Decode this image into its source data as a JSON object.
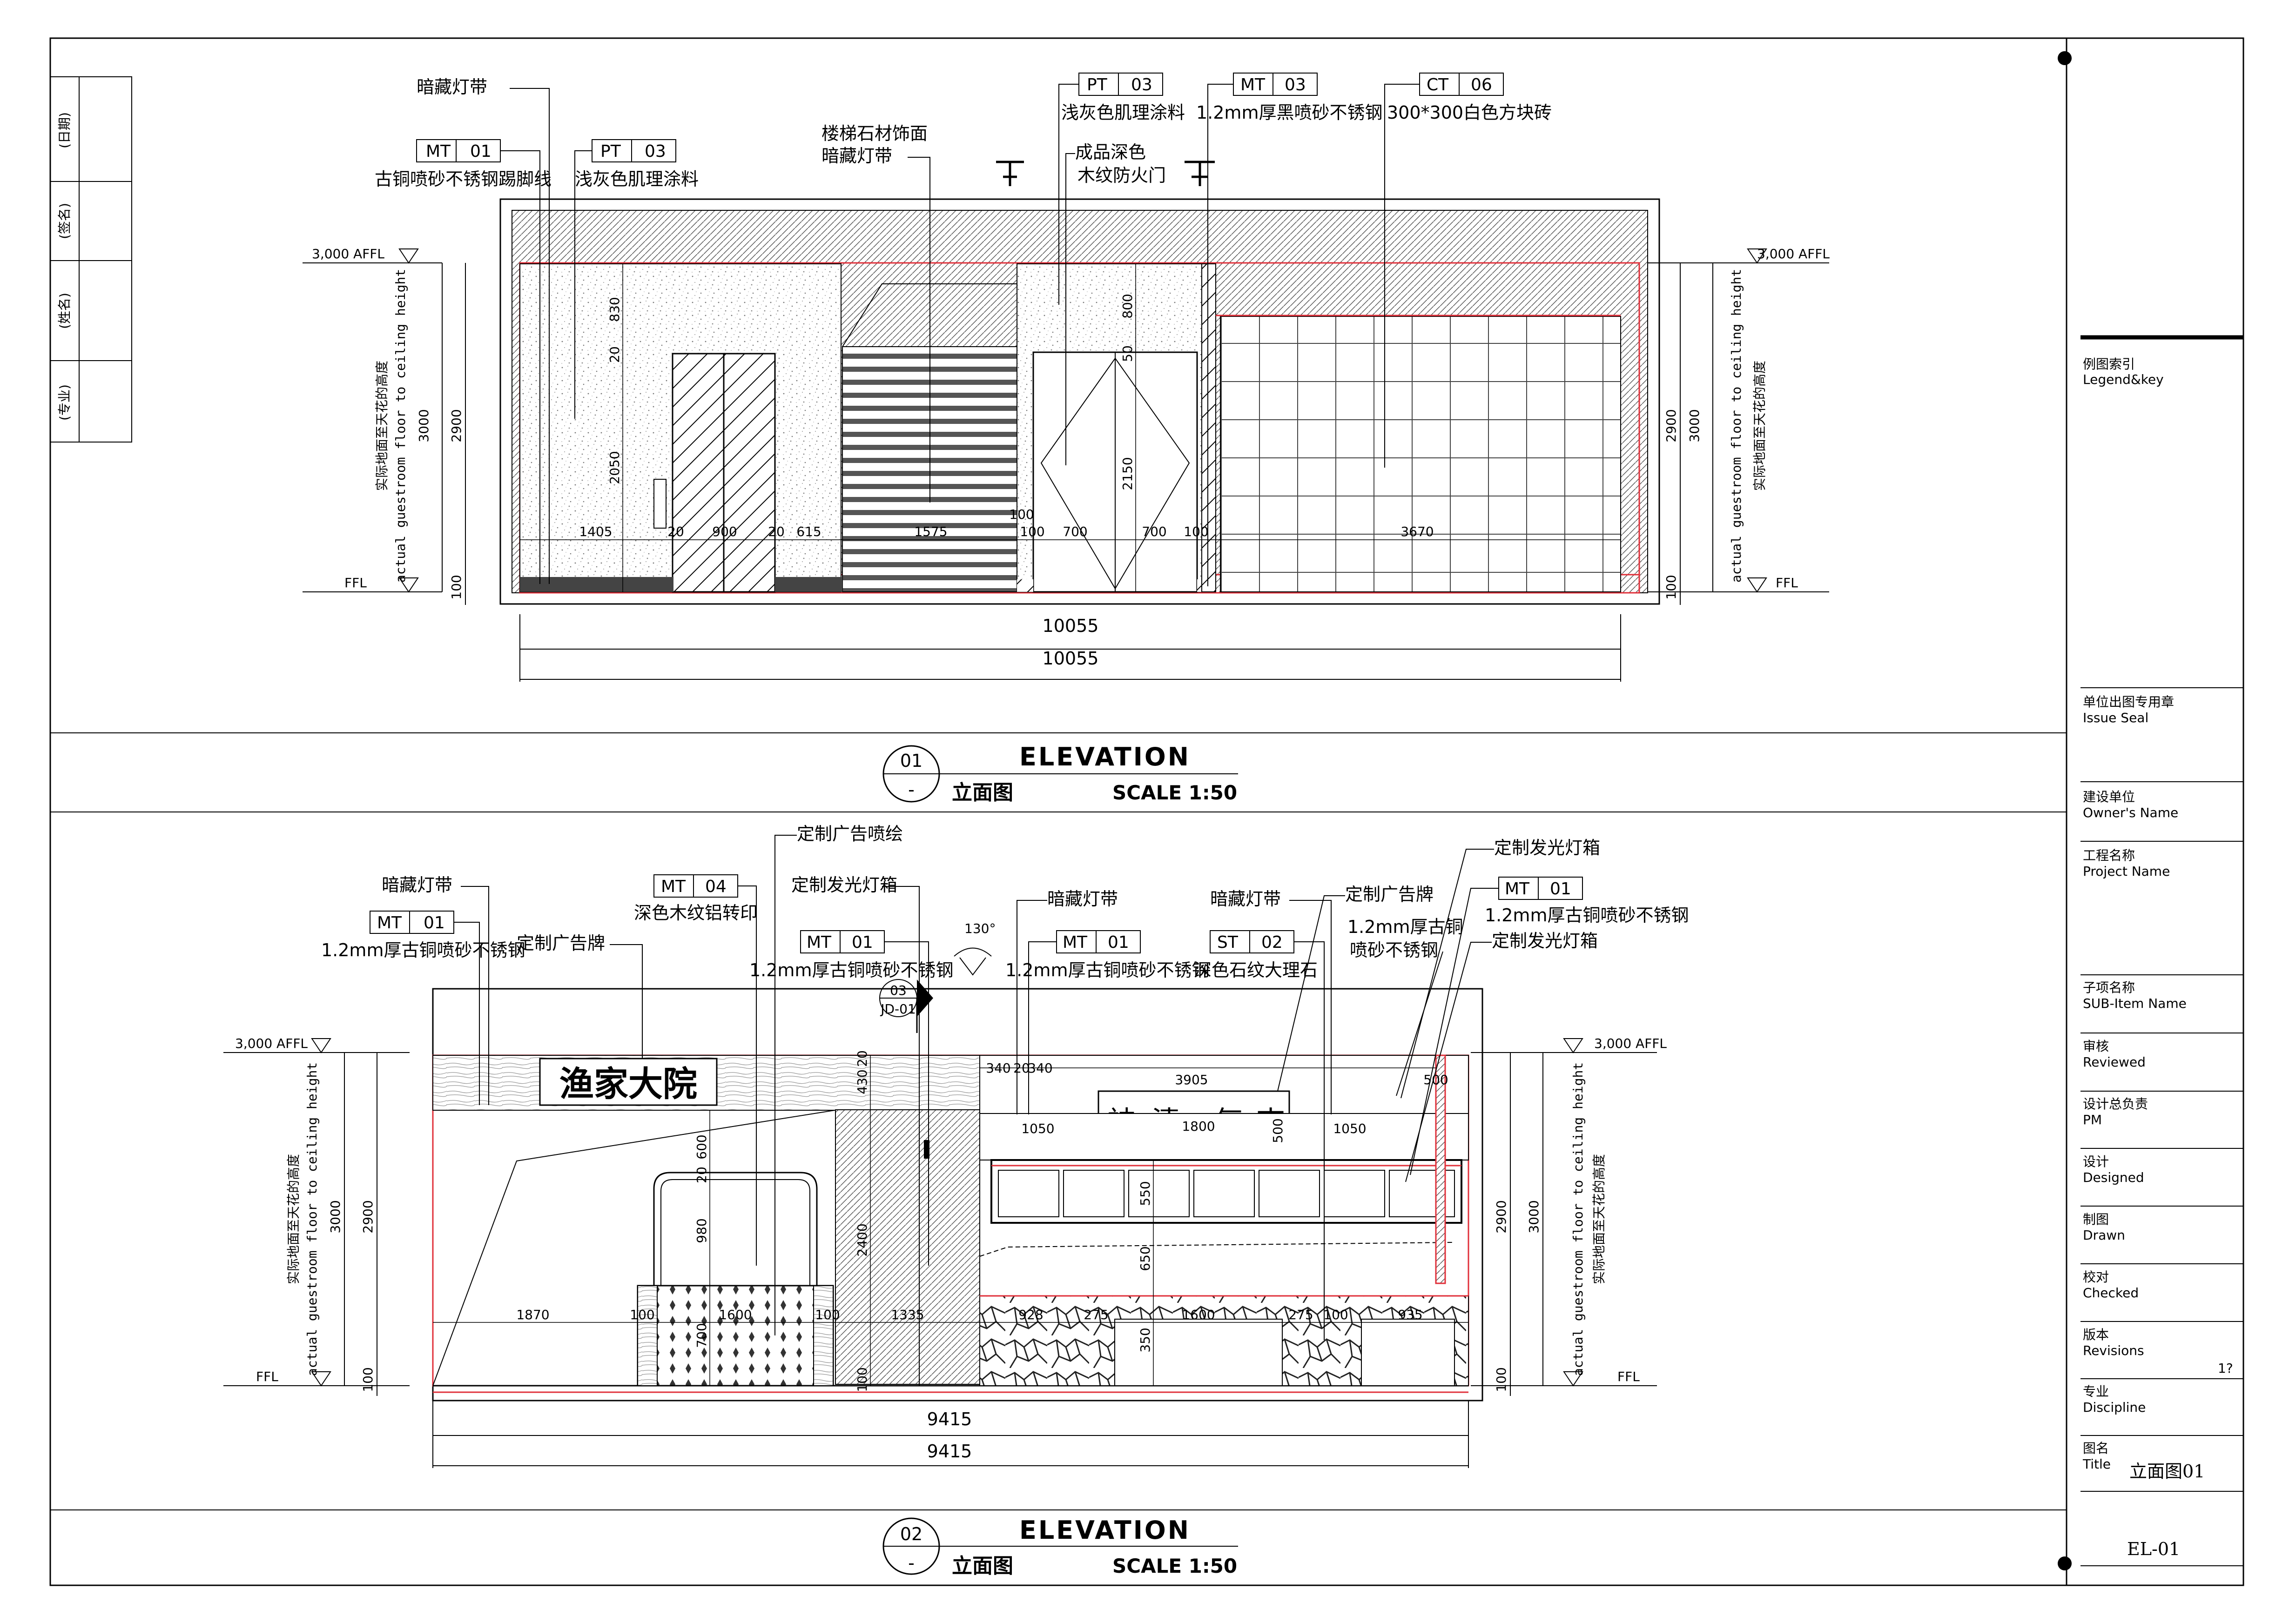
{
  "sidebar": {
    "sign_labels": [
      "(日期)",
      "(签名)",
      "(姓名)",
      "(专业)"
    ]
  },
  "title_block": {
    "legend": "例图索引",
    "legend_en": "Legend&key",
    "issue_seal": "单位出图专用章",
    "issue_seal_en": "Issue Seal",
    "owner": "建设单位",
    "owner_en": "Owner's Name",
    "project": "工程名称",
    "project_en": "Project Name",
    "sub_item": "子项名称",
    "sub_item_en": "SUB-Item Name",
    "reviewed": "审核",
    "reviewed_en": "Reviewed",
    "pm": "设计总负责",
    "pm_en": "PM",
    "designed": "设计",
    "designed_en": "Designed",
    "drawn": "制图",
    "drawn_en": "Drawn",
    "checked": "校对",
    "checked_en": "Checked",
    "revisions": "版本",
    "revisions_en": "Revisions",
    "revision_value": "1?",
    "discipline": "专业",
    "discipline_en": "Discipline",
    "title_label": "图名",
    "title_en": "Title",
    "title_value": "立面图01",
    "sheet_number": "EL-01"
  },
  "elevation1": {
    "number": "01",
    "dash": "-",
    "title": "ELEVATION",
    "subtitle": "立面图",
    "scale": "SCALE 1:50",
    "affl": "3,000 AFFL",
    "ffl": "FFL",
    "height_cn": "实际地面至天花的高度",
    "height_en": "actual guestroom floor to ceiling height",
    "labels": {
      "light_strip": "暗藏灯带",
      "mt01_tag": "MT",
      "mt01_num": "01",
      "mt01_desc": "古铜喷砂不锈钢踢脚线",
      "pt03a_tag": "PT",
      "pt03a_num": "03",
      "pt03a_desc": "浅灰色肌理涂料",
      "stair_stone": "楼梯石材饰面",
      "stair_light": "暗藏灯带",
      "pt03b_tag": "PT",
      "pt03b_num": "03",
      "pt03b_desc": "浅灰色肌理涂料",
      "door_1": "成品深色",
      "door_2": "木纹防火门",
      "mt03_tag": "MT",
      "mt03_num": "03",
      "mt03_desc": "1.2mm厚黑喷砂不锈钢",
      "ct06_tag": "CT",
      "ct06_num": "06",
      "ct06_desc": "300*300白色方块砖"
    },
    "dims": {
      "total": "10055",
      "total2": "10055",
      "h3000": "3000",
      "h2900": "2900",
      "h100": "100",
      "d830": "830",
      "d20": "20",
      "d2050": "2050",
      "d1405": "1405",
      "d20b": "20",
      "d900": "900",
      "d20c": "20",
      "d615": "615",
      "d1575": "1575",
      "d100": "100",
      "d700": "700",
      "d700b": "700",
      "d100b": "100",
      "d3670": "3670",
      "d800": "800",
      "d50": "50",
      "d2150": "2150",
      "d100c": "100"
    }
  },
  "elevation2": {
    "number": "02",
    "dash": "-",
    "title": "ELEVATION",
    "subtitle": "立面图",
    "scale": "SCALE 1:50",
    "affl": "3,000 AFFL",
    "ffl": "FFL",
    "height_cn": "实际地面至天花的高度",
    "height_en": "actual guestroom floor to ceiling height",
    "sign_text": "渔家大院",
    "lightbox_chars": [
      "神",
      "清",
      "气",
      "爽"
    ],
    "angle": "130°",
    "section_num": "03",
    "section_ref": "JD-01",
    "labels": {
      "light_strip": "暗藏灯带",
      "mt01_tag": "MT",
      "mt01_num": "01",
      "mt01_desc": "1.2mm厚古铜喷砂不锈钢",
      "ad_sign": "定制广告牌",
      "mt04_tag": "MT",
      "mt04_num": "04",
      "mt04_desc": "深色木纹铝转印",
      "ad_paint": "定制广告喷绘",
      "lightbox": "定制发光灯箱",
      "mt01b_tag": "MT",
      "mt01b_num": "01",
      "mt01b_desc": "1.2mm厚古铜喷砂不锈钢",
      "light_strip2": "暗藏灯带",
      "mt01c_tag": "MT",
      "mt01c_num": "01",
      "mt01c_desc": "1.2mm厚古铜喷砂不锈钢",
      "light_strip3": "暗藏灯带",
      "st02_tag": "ST",
      "st02_num": "02",
      "st02_desc": "深色石纹大理石",
      "ad_sign2": "定制广告牌",
      "copper_1": "1.2mm厚古铜",
      "copper_2": "喷砂不锈钢",
      "lightbox2": "定制发光灯箱",
      "mt01d_tag": "MT",
      "mt01d_num": "01",
      "mt01d_desc": "1.2mm厚古铜喷砂不锈钢",
      "lightbox3": "定制发光灯箱"
    },
    "dims": {
      "total": "9415",
      "total2": "9415",
      "h3000": "3000",
      "h2900": "2900",
      "h100": "100",
      "d1870": "1870",
      "d100": "100",
      "d1600": "1600",
      "d100b": "100",
      "d1335": "1335",
      "d600": "600",
      "d20": "20",
      "d980": "980",
      "d700": "700",
      "d2400": "2400",
      "d430": "430",
      "d20b": "20",
      "d100c": "100",
      "d340a": "340",
      "d20c": "20",
      "d340b": "340",
      "d3905": "3905",
      "d500": "500",
      "d1050a": "1050",
      "d1800": "1800",
      "d500b": "500",
      "d1050b": "1050",
      "d550": "550",
      "d650": "650",
      "d350": "350",
      "d928": "928",
      "d275a": "275",
      "d1600b": "1600",
      "d275b": "275",
      "d100d": "100",
      "d935": "935"
    }
  }
}
